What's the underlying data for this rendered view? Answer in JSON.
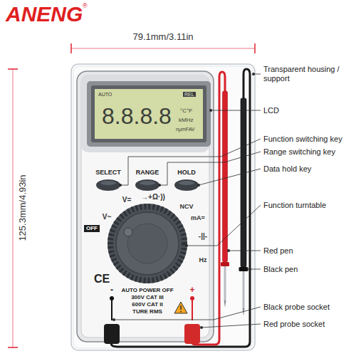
{
  "diagram": {
    "nodes": [
      {
        "text": [
          "AUTO",
          "REL",
          "8.8.8.8",
          "°C°F",
          "kMHz",
          "nμmFAV"
        ]
      },
      {
        "text": [
          "OFF"
        ]
      }
    ],
    "labels": [
      "ANENG",
      "®",
      "79.1mm/3.11in",
      "125.3mm/4.93in",
      "Transparent housing / support",
      "LCD",
      "Function switching key",
      "Range switching key",
      "Data hold key",
      "Function turntable",
      "Red pen",
      "Black pen",
      "Black probe socket",
      "Red probe socket",
      "SELECT",
      "RANGE",
      "HOLD",
      "V=",
      "→+Ω·))",
      "NCV",
      "V~",
      "mA=",
      "-||-",
      "Hz",
      "CE",
      "AUTO POWER OFF",
      "300V CAT III",
      "600V CAT II",
      "TURE RMS",
      "-",
      "+"
    ]
  }
}
